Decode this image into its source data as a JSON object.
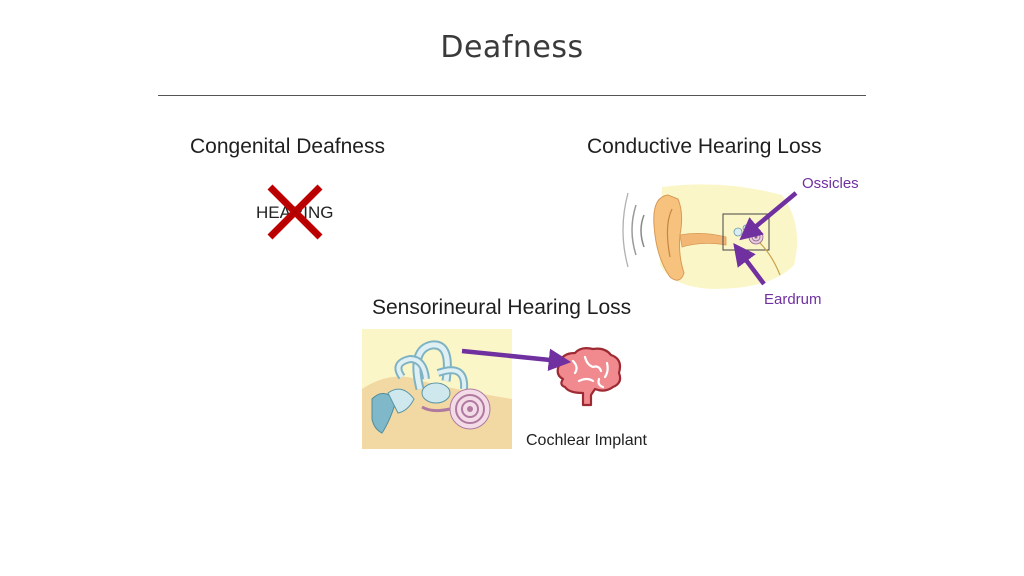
{
  "slide": {
    "title": "Deafness"
  },
  "sections": {
    "congenital": {
      "heading": "Congenital Deafness",
      "crossed_word": "HEARING"
    },
    "conductive": {
      "heading": "Conductive Hearing Loss",
      "label_ossicles": "Ossicles",
      "label_eardrum": "Eardrum"
    },
    "sensorineural": {
      "heading": "Sensorineural Hearing Loss",
      "label_implant": "Cochlear Implant"
    }
  },
  "colors": {
    "accent_purple": "#7030a0",
    "cross_red": "#c00000",
    "brain_pink": "#f08a8f",
    "skin_tone": "#fbf6c8"
  },
  "icons": {
    "cross": "cross-icon",
    "ear": "ear-anatomy-icon",
    "inner_ear": "inner-ear-icon",
    "brain": "brain-icon"
  }
}
